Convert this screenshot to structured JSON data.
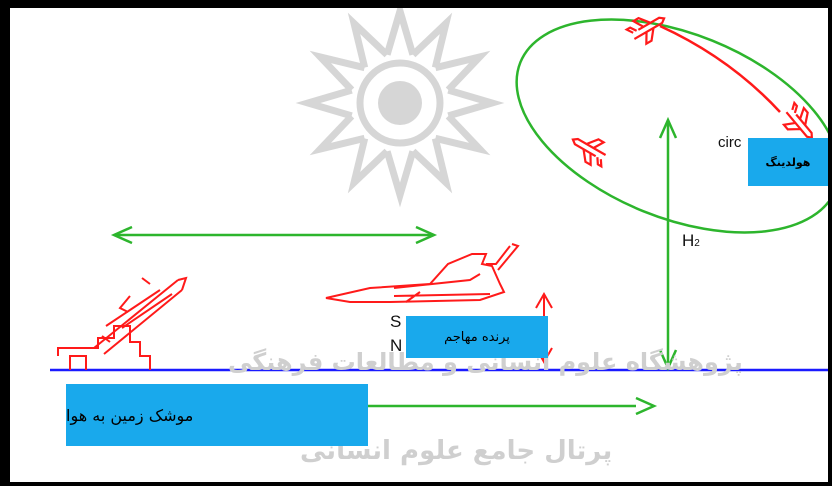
{
  "labels": {
    "holding": "هولدینگ",
    "attacker": "پرنده مهاجم",
    "sam": "موشک زمین به هوا"
  },
  "diagram_text": {
    "circle_fragment": "circ",
    "height_label": "H",
    "height_subscript": "2",
    "s_fragment": "S",
    "n_fragment": "N"
  },
  "watermark": {
    "line1": "پژوهشگاه علوم انسانی و مطالعات فرهنگی",
    "line2": "پرتال جامع علوم انسانی"
  },
  "colors": {
    "aircraft": "#ff1a1a",
    "arrows": "#2db52d",
    "ground": "#1a1aff",
    "label_fill": "#19a9ec",
    "watermark": "#cccccc"
  }
}
